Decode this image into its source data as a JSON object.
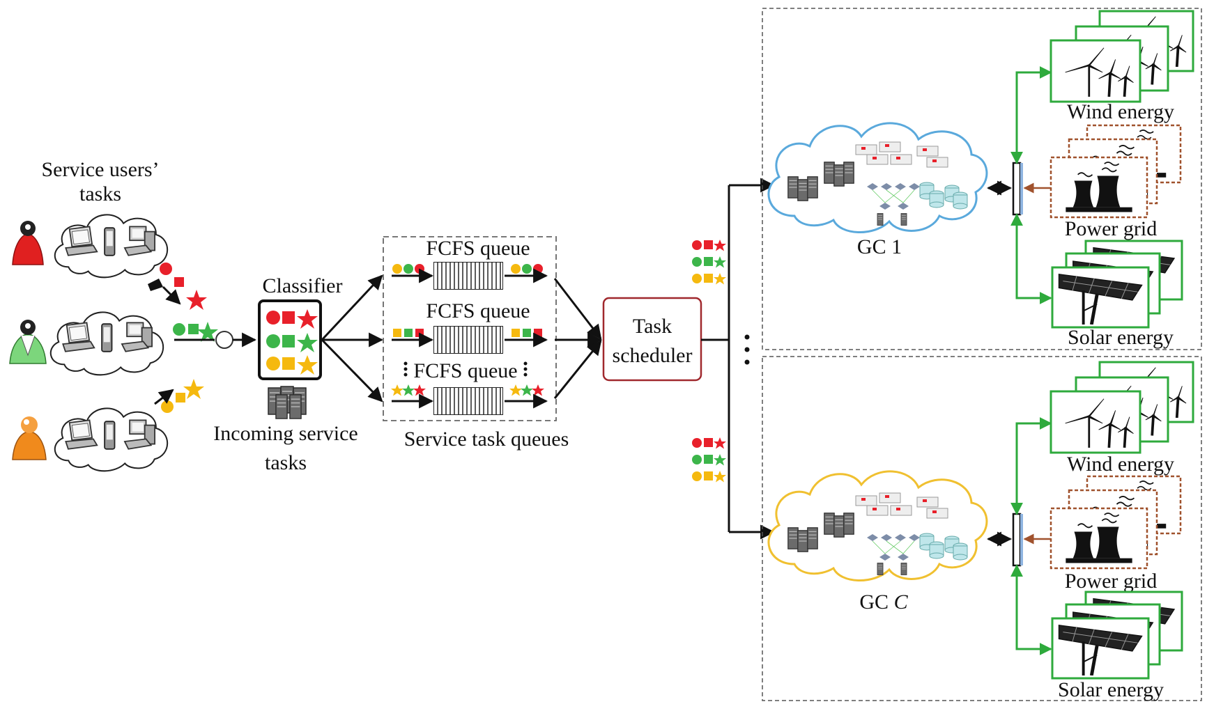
{
  "users": {
    "title_line1": "Service users’",
    "title_line2": "tasks"
  },
  "classifier": {
    "title": "Classifier",
    "caption_line1": "Incoming service",
    "caption_line2": "tasks"
  },
  "queues": {
    "items": [
      {
        "label": "FCFS queue"
      },
      {
        "label": "FCFS queue"
      },
      {
        "label": "FCFS queue"
      }
    ],
    "caption": "Service task queues"
  },
  "scheduler": {
    "line1": "Task",
    "line2": "scheduler"
  },
  "centers": [
    {
      "label": "GC 1",
      "cloud_color": "#5aa9dc",
      "wind_label": "Wind energy",
      "grid_label": "Power grid",
      "solar_label": "Solar energy"
    },
    {
      "label_prefix": "GC ",
      "label_italic": "C",
      "cloud_color": "#f0c030",
      "wind_label": "Wind energy",
      "grid_label": "Power grid",
      "solar_label": "Solar energy"
    }
  ],
  "colors": {
    "red": "#e8202a",
    "green": "#3cb54a",
    "yellow": "#f5b90f",
    "green_link": "#2eaa3c",
    "brown_link": "#a0522d",
    "scheduler_border": "#a0282d",
    "user_red": "#e02020",
    "user_green": "#5cc85c",
    "user_orange": "#f08a1c"
  },
  "icons": [
    "person-icon",
    "laptop-icon",
    "phone-icon",
    "desktop-icon",
    "server-icon",
    "wind-turbine-icon",
    "power-plant-icon",
    "solar-panel-icon"
  ]
}
